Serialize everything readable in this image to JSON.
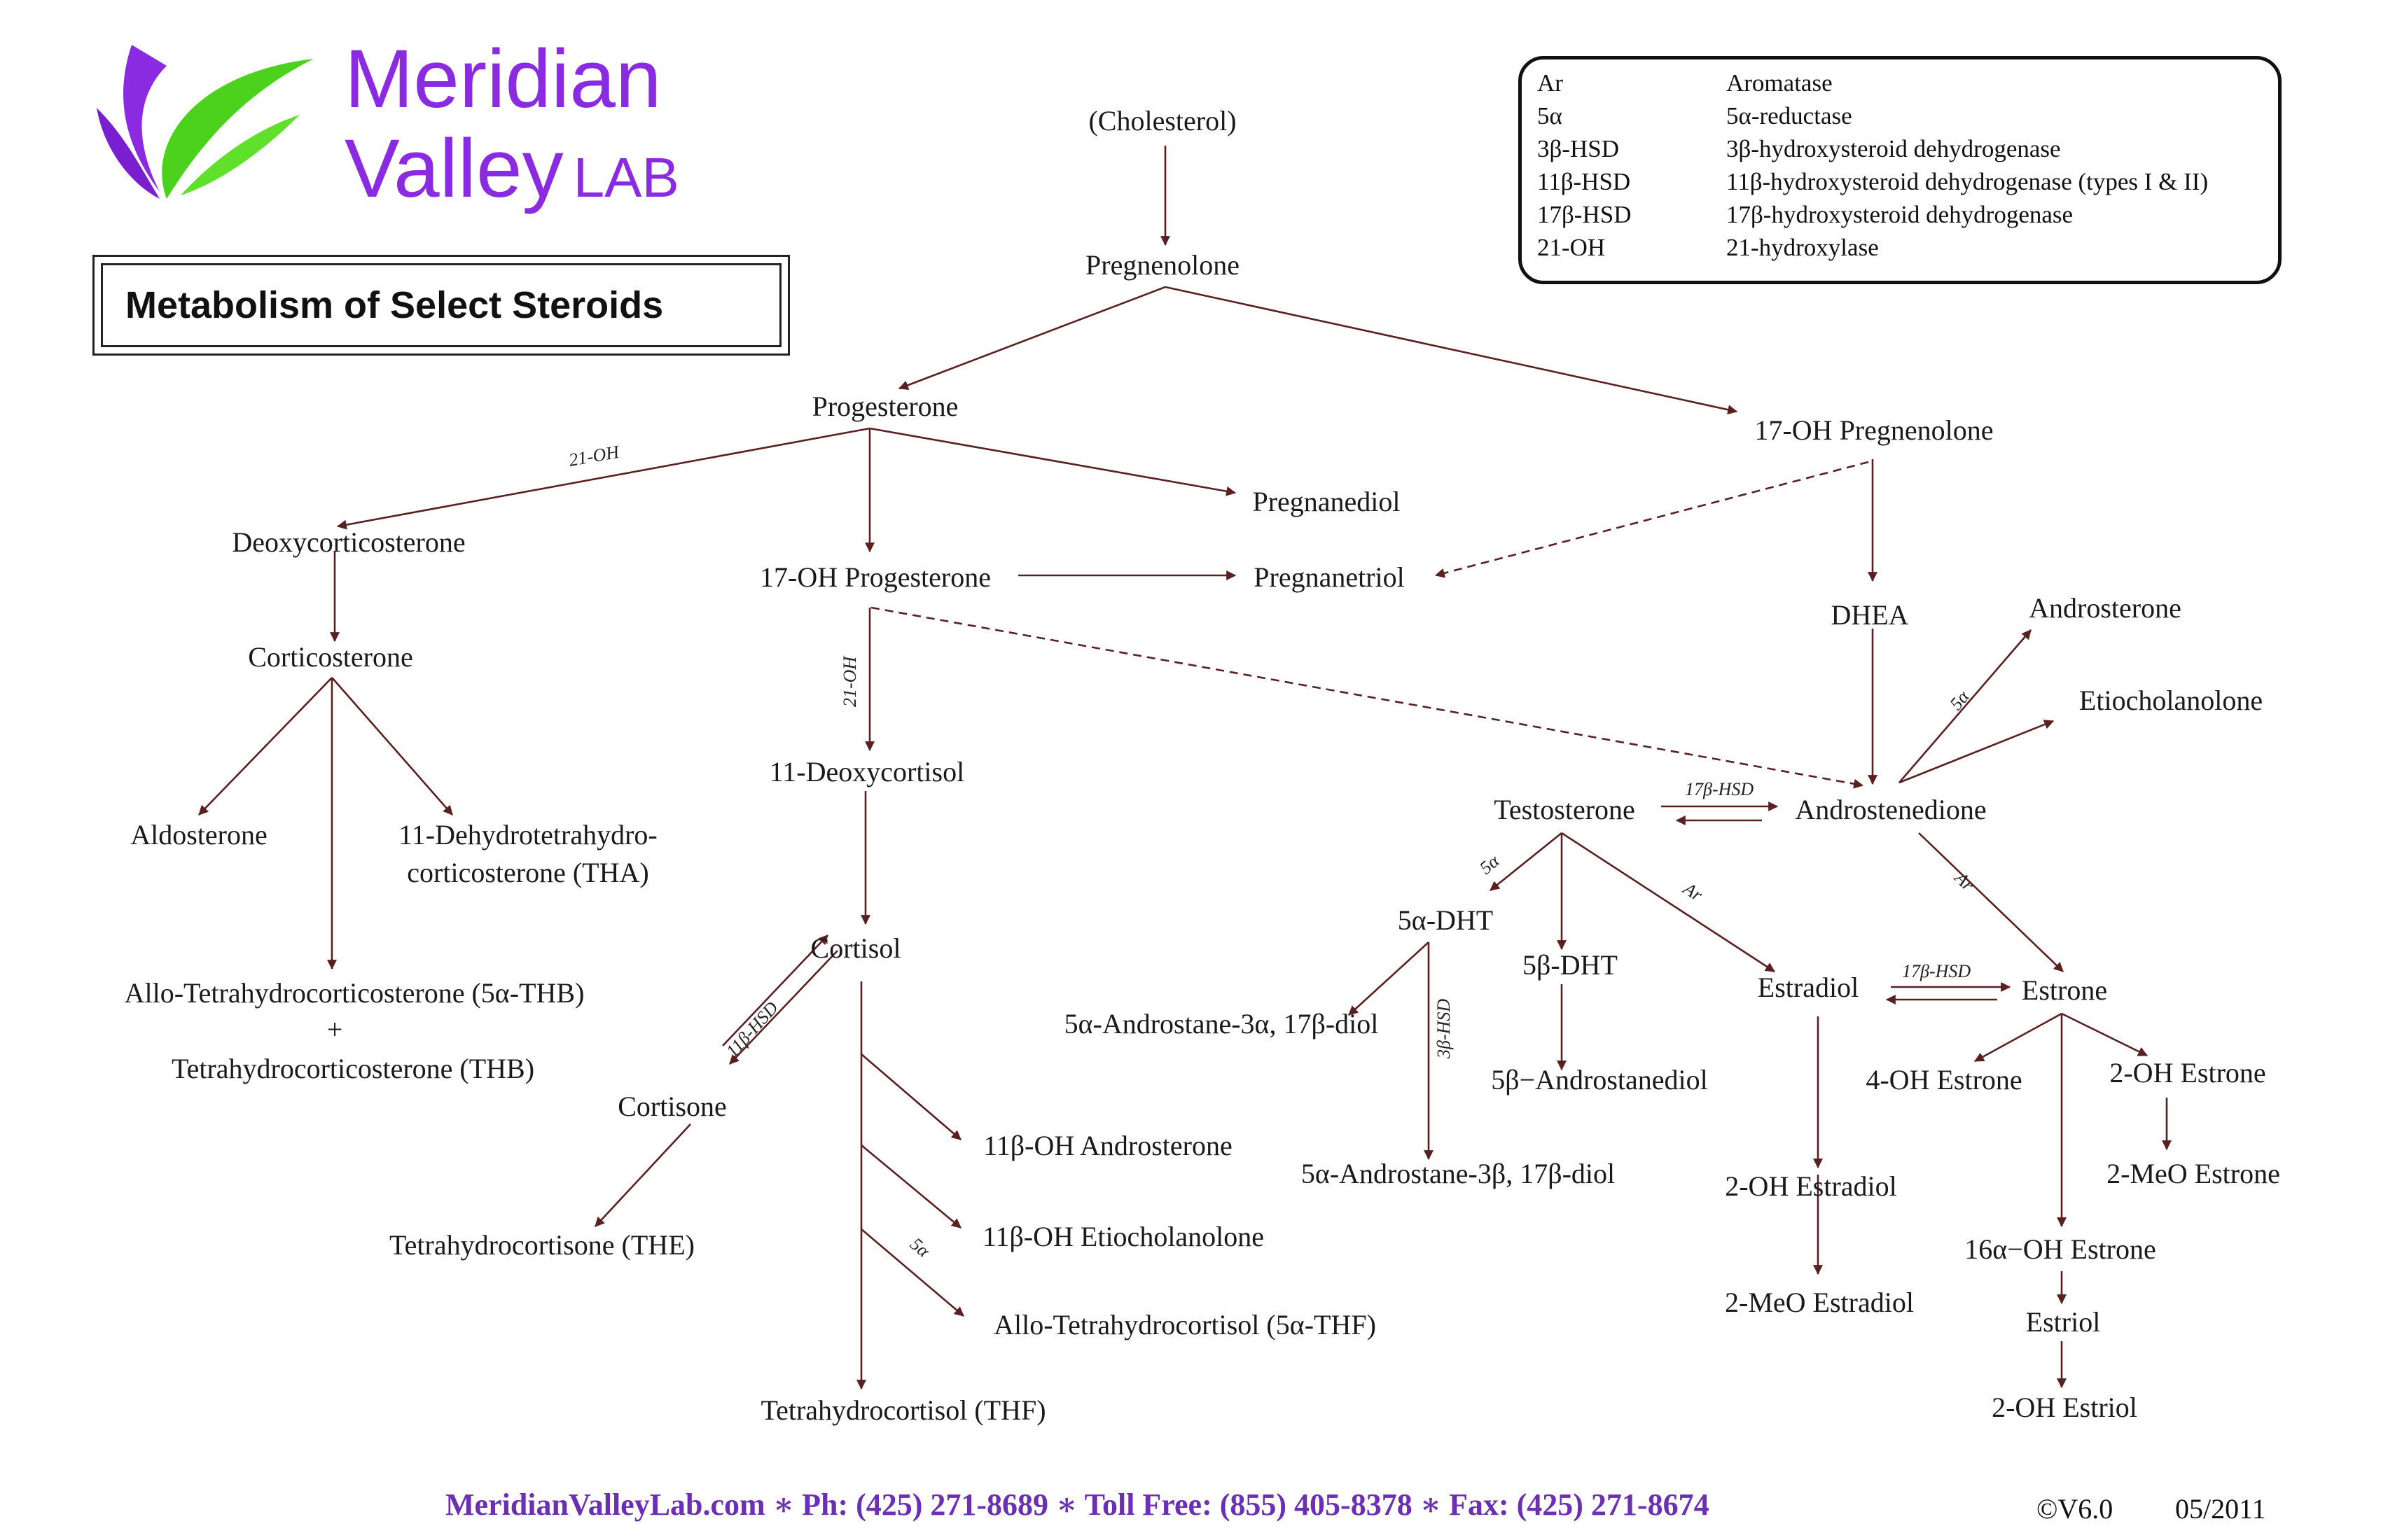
{
  "brand": {
    "name_line1": "Meridian",
    "name_line2": "Valley",
    "name_suffix": "LAB",
    "colors": {
      "purple": "#8a2be2",
      "green": "#4cd21c"
    }
  },
  "title": "Metabolism of Select Steroids",
  "legend": [
    {
      "abbr": "Ar",
      "name": "Aromatase"
    },
    {
      "abbr": "5α",
      "name": "5α-reductase"
    },
    {
      "abbr": "3β-HSD",
      "name": "3β-hydroxysteroid dehydrogenase"
    },
    {
      "abbr": "11β-HSD",
      "name": "11β-hydroxysteroid dehydrogenase (types I & II)"
    },
    {
      "abbr": "17β-HSD",
      "name": "17β-hydroxysteroid dehydrogenase"
    },
    {
      "abbr": "21-OH",
      "name": "21-hydroxylase"
    }
  ],
  "nodes": {
    "cholesterol": "(Cholesterol)",
    "pregnenolone": "Pregnenolone",
    "progesterone": "Progesterone",
    "oh17_pregnenolone": "17-OH Pregnenolone",
    "deoxycorticosterone": "Deoxycorticosterone",
    "pregnanediol": "Pregnanediol",
    "oh17_progesterone": "17-OH Progesterone",
    "pregnanetriol": "Pregnanetriol",
    "corticosterone": "Corticosterone",
    "dhea": "DHEA",
    "androsterone": "Androsterone",
    "etiocholanolone": "Etiocholanolone",
    "deoxycortisol": "11-Deoxycortisol",
    "aldosterone": "Aldosterone",
    "tha_line1": "11-Dehydrotetrahydro-",
    "tha_line2": "corticosterone (THA)",
    "testosterone": "Testosterone",
    "androstenedione": "Androstenedione",
    "dht_5a": "5α-DHT",
    "dht_5b": "5β-DHT",
    "estradiol": "Estradiol",
    "estrone": "Estrone",
    "cortisol": "Cortisol",
    "allo_thb": "Allo-Tetrahydrocorticosterone (5α-THB)",
    "plus": "+",
    "thb": "Tetrahydrocorticosterone (THB)",
    "androstane_3a": "5α-Androstane-3α, 17β-diol",
    "oh4_estrone": "4-OH Estrone",
    "oh2_estrone": "2-OH Estrone",
    "cortisone": "Cortisone",
    "androstanediol_5b": "5β−Androstanediol",
    "oh11_androsterone": "11β-OH Androsterone",
    "androstane_3b": "5α-Androstane-3β, 17β-diol",
    "meo2_estrone": "2-MeO Estrone",
    "oh2_estradiol": "2-OH Estradiol",
    "the": "Tetrahydrocortisone (THE)",
    "oh11_etiocholanolone": "11β-OH Etiocholanolone",
    "oh16a_estrone": "16α−OH Estrone",
    "meo2_estradiol": "2-MeO Estradiol",
    "allo_thf": "Allo-Tetrahydrocortisol (5α-THF)",
    "estriol": "Estriol",
    "thf": "Tetrahydrocortisol (THF)",
    "oh2_estriol": "2-OH Estriol"
  },
  "enzymes": {
    "prog_doc": "21-OH",
    "oh17p_deoxy": "21-OH",
    "andro_5a": "5α",
    "test_andro": "17β-HSD",
    "test_5adht": "5α",
    "test_estradiol": "Ar",
    "andro_estrone": "Ar",
    "estradiol_estrone": "17β-HSD",
    "dht_3b": "3β-HSD",
    "cortisol_cortisone": "11β-HSD",
    "cortisol_allothf": "5α"
  },
  "footer": {
    "contact": "MeridianValleyLab.com ∗ Ph: (425) 271-8689 ∗ Toll Free: (855) 405-8378 ∗ Fax: (425) 271-8674",
    "version": "©V6.0",
    "date": "05/2011"
  }
}
